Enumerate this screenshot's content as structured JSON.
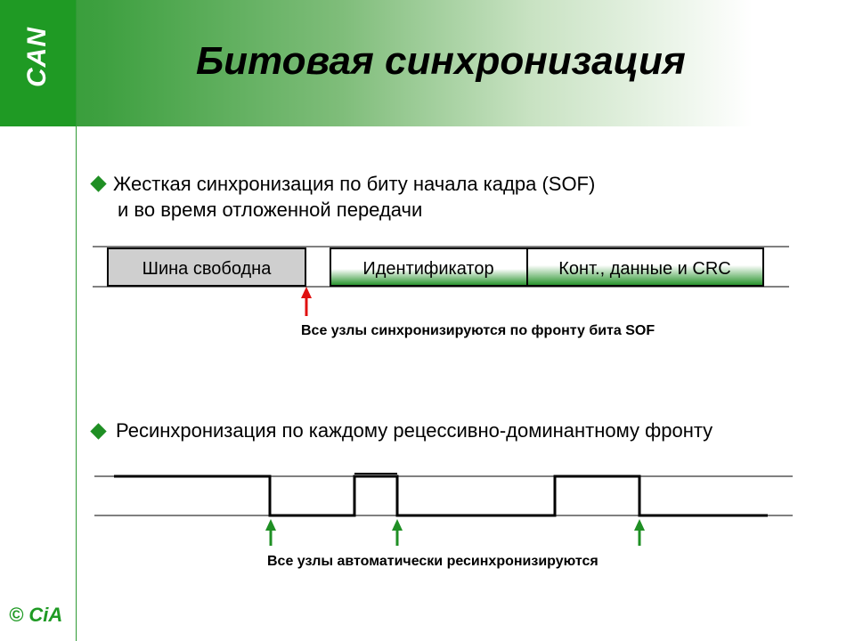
{
  "logo": "CAN",
  "title": "Битовая синхронизация",
  "bullet1": {
    "line1": "Жесткая синхронизация по биту начала кадра (SOF)",
    "line2": "и во время отложенной передачи"
  },
  "frame": {
    "bus_free": "Шина свободна",
    "identifier": "Идентификатор",
    "control_data_crc": "Конт., данные и CRC"
  },
  "caption_sof": "Все узлы синхронизируются по фронту бита SOF",
  "bullet2": "Ресинхронизация по каждому рецессивно-доминантному фронту",
  "caption_resync": "Все узлы автоматически ресинхронизируются",
  "footer": "© CiA",
  "colors": {
    "brand_green": "#1f9a24",
    "red_arrow": "#e01010",
    "green_arrow": "#1f8f24"
  }
}
